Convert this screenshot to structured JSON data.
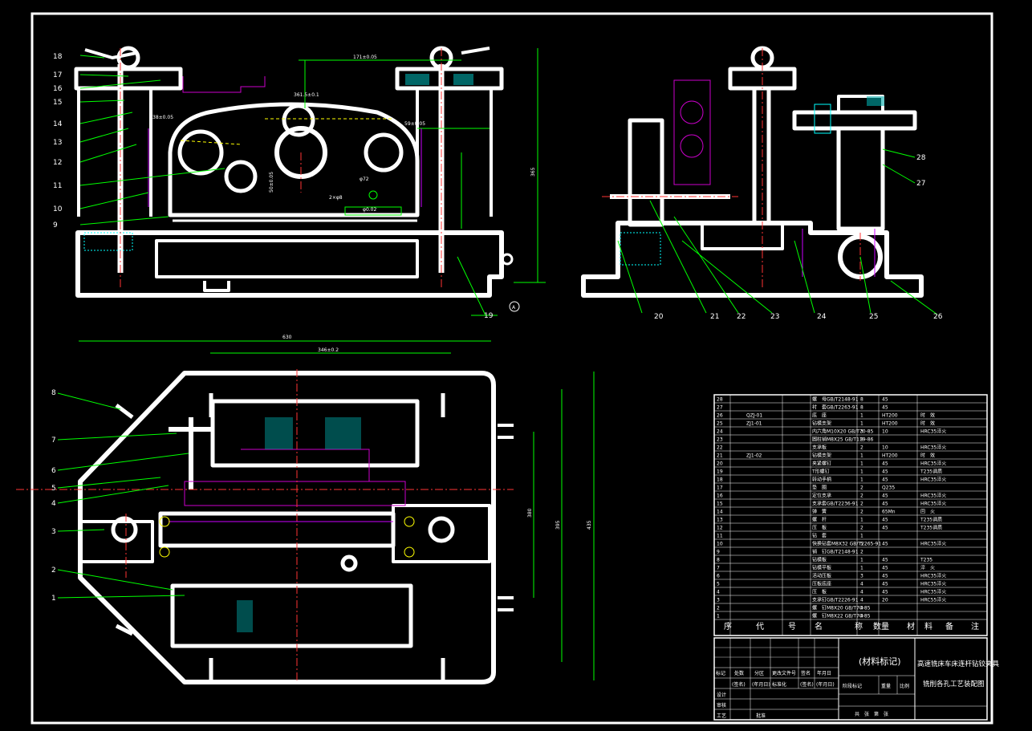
{
  "drawing": {
    "front_view_callouts": [
      "18",
      "17",
      "16",
      "15",
      "14",
      "13",
      "12",
      "11",
      "10",
      "9",
      "19"
    ],
    "side_view_callouts": [
      "28",
      "27",
      "20",
      "21",
      "22",
      "23",
      "24",
      "25",
      "26"
    ],
    "plan_view_callouts": [
      "8",
      "7",
      "6",
      "5",
      "4",
      "3",
      "2",
      "1"
    ],
    "front_dims": [
      "171±0.05",
      "361.5±0.1",
      "38±0.05",
      "59±0.05",
      "2×φ8",
      "φ72",
      "365",
      "50±0.05",
      "φ0.02"
    ],
    "plan_dims": [
      "630",
      "346±0.2",
      "435",
      "395",
      "380"
    ],
    "datum_a": "A"
  },
  "bom": {
    "rows": [
      {
        "no": "28",
        "code": "",
        "name": "螺　母GB/T2148-91",
        "qty": "8",
        "mat": "45",
        "note": ""
      },
      {
        "no": "27",
        "code": "",
        "name": "衬　套GB/T2263-91",
        "qty": "8",
        "mat": "45",
        "note": ""
      },
      {
        "no": "26",
        "code": "QZJ-01",
        "name": "底　座",
        "qty": "1",
        "mat": "HT200",
        "note": "时　效"
      },
      {
        "no": "25",
        "code": "ZJ1-01",
        "name": "钻模支架",
        "qty": "1",
        "mat": "HT200",
        "note": "时　效"
      },
      {
        "no": "24",
        "code": "",
        "name": "内六角M10X20 GB/T70-85",
        "qty": "3",
        "mat": "10",
        "note": "HRC35淬火"
      },
      {
        "no": "23",
        "code": "",
        "name": "圆柱销M8X25 GB/T119-86",
        "qty": "8",
        "mat": "",
        "note": ""
      },
      {
        "no": "22",
        "code": "",
        "name": "支承板",
        "qty": "2",
        "mat": "10",
        "note": "HRC35淬火"
      },
      {
        "no": "21",
        "code": "ZJ1-02",
        "name": "钻模支架",
        "qty": "1",
        "mat": "HT200",
        "note": "时　效"
      },
      {
        "no": "20",
        "code": "",
        "name": "夹紧螺钉",
        "qty": "1",
        "mat": "45",
        "note": "HRC35淬火"
      },
      {
        "no": "19",
        "code": "",
        "name": "T形螺钉",
        "qty": "1",
        "mat": "45",
        "note": "T235调质"
      },
      {
        "no": "18",
        "code": "",
        "name": "转动手柄",
        "qty": "1",
        "mat": "45",
        "note": "HRC35淬火"
      },
      {
        "no": "17",
        "code": "",
        "name": "垫　圈",
        "qty": "2",
        "mat": "Q235",
        "note": ""
      },
      {
        "no": "16",
        "code": "",
        "name": "定位支承",
        "qty": "2",
        "mat": "45",
        "note": "HRC35淬火"
      },
      {
        "no": "15",
        "code": "",
        "name": "支承套GB/T2236-91",
        "qty": "2",
        "mat": "45",
        "note": "HRC35淬火"
      },
      {
        "no": "14",
        "code": "",
        "name": "弹　簧",
        "qty": "2",
        "mat": "65Mn",
        "note": "回　火"
      },
      {
        "no": "13",
        "code": "",
        "name": "螺　杆",
        "qty": "1",
        "mat": "45",
        "note": "T235调质"
      },
      {
        "no": "12",
        "code": "",
        "name": "压　板",
        "qty": "2",
        "mat": "45",
        "note": "T235调质"
      },
      {
        "no": "11",
        "code": "",
        "name": "钻　套",
        "qty": "1",
        "mat": "",
        "note": ""
      },
      {
        "no": "10",
        "code": "",
        "name": "快换钻套M8X32 GB/T2265-91",
        "qty": "5",
        "mat": "45",
        "note": "HRC35淬火"
      },
      {
        "no": "9",
        "code": "",
        "name": "销　钉GB/T2148-91",
        "qty": "2",
        "mat": "",
        "note": ""
      },
      {
        "no": "8",
        "code": "",
        "name": "钻模板",
        "qty": "1",
        "mat": "45",
        "note": "T235"
      },
      {
        "no": "7",
        "code": "",
        "name": "钻模平板",
        "qty": "1",
        "mat": "45",
        "note": "淬　火"
      },
      {
        "no": "6",
        "code": "",
        "name": "活动压板",
        "qty": "3",
        "mat": "45",
        "note": "HRC35淬火"
      },
      {
        "no": "5",
        "code": "",
        "name": "压板底座",
        "qty": "4",
        "mat": "45",
        "note": "HRC35淬火"
      },
      {
        "no": "4",
        "code": "",
        "name": "压　板",
        "qty": "4",
        "mat": "45",
        "note": "HRC35淬火"
      },
      {
        "no": "3",
        "code": "",
        "name": "支承钉GB/T2226-91",
        "qty": "4",
        "mat": "20",
        "note": "HRC55淬火"
      },
      {
        "no": "2",
        "code": "",
        "name": "螺　钉M8X20 GB/T70-85",
        "qty": "4",
        "mat": "",
        "note": ""
      },
      {
        "no": "1",
        "code": "",
        "name": "螺　钉M8X22 GB/T70-85",
        "qty": "4",
        "mat": "",
        "note": ""
      }
    ],
    "header": [
      "序",
      "代",
      "号",
      "名",
      "称",
      "数量",
      "材",
      "料",
      "备",
      "注"
    ]
  },
  "title_block": {
    "material_mark": "(材料标记)",
    "title_line1": "高速铣床车床连杆钻铰夹具",
    "title_line2": "铣削各孔工艺装配图",
    "labels": [
      "标记",
      "处数",
      "分区",
      "更改文件号",
      "签名",
      "年月日"
    ],
    "row2": [
      "(签名)",
      "(年月日)",
      "标准化",
      "(签名)",
      "(年月日)"
    ],
    "stage_labels": [
      "阶段标记",
      "重量",
      "比例"
    ],
    "design": "设计",
    "check": "审核",
    "process": "工艺",
    "approve": "批准",
    "sheet": "共　张　第　张"
  }
}
